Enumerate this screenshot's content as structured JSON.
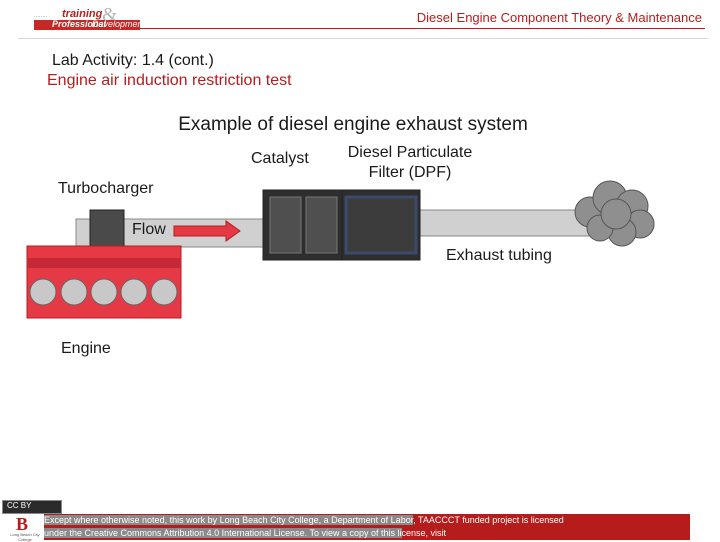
{
  "header": {
    "logo_line1": "training",
    "logo_line2a": "Professional",
    "logo_line2b": "Development",
    "title": "Diesel Engine Component Theory & Maintenance"
  },
  "slide": {
    "lab_title": "Lab Activity: 1.4 (cont.)",
    "subtitle": "Engine air induction restriction test"
  },
  "diagram": {
    "title": "Example of diesel engine exhaust system",
    "labels": {
      "catalyst": "Catalyst",
      "dpf_line1": "Diesel Particulate",
      "dpf_line2": "Filter (DPF)",
      "turbocharger": "Turbocharger",
      "flow": "Flow",
      "exhaust_tubing": "Exhaust tubing",
      "engine": "Engine"
    },
    "colors": {
      "engine_block": "#e53945",
      "cylinder": "#c8c8c8",
      "tubing": "#d0d0d0",
      "catalyst_box": "#333333",
      "dpf_fill": "#3c3c3c",
      "dpf_border": "#3a4a6b",
      "flow_arrow": "#e53945",
      "smoke": "#8f8f8f"
    },
    "cylinder_count": 5
  },
  "footer": {
    "cc_badge": "CC BY",
    "school_logo": "Long Beach City College",
    "line1_a": "Except where otherwise noted, this work by Long Beach City College, a Department of Labor",
    "line1_b": ", TAACCCT funded project is licensed",
    "line2_a": "under the Creative Commons Attribution 4.0 International License. To view a copy of this li",
    "line2_b": "cense, visit",
    "link": "http://creativecommons.org/licenses/by/4.0/"
  }
}
